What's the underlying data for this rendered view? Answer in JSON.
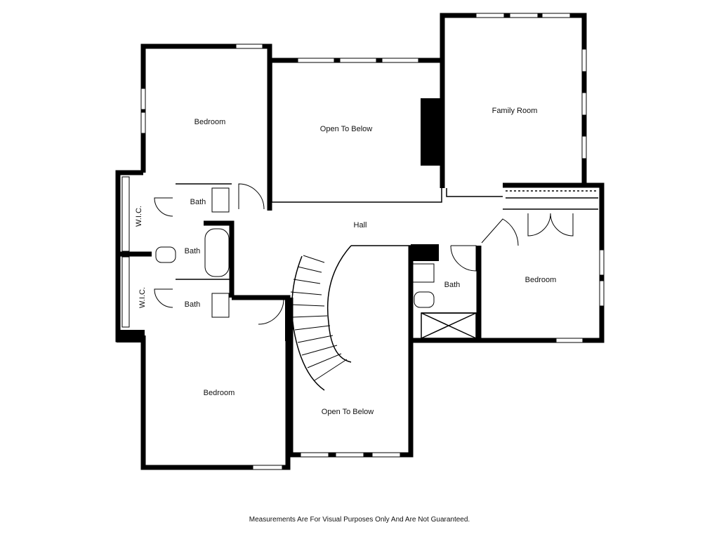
{
  "rooms": {
    "bedroom_nw": "Bedroom",
    "open_to_below_top": "Open To Below",
    "family_room": "Family Room",
    "hall": "Hall",
    "wic_top": "W.I.C.",
    "wic_bottom": "W.I.C.",
    "bath_top": "Bath",
    "bath_middle": "Bath",
    "bath_lower": "Bath",
    "bath_east": "Bath",
    "bedroom_east": "Bedroom",
    "bedroom_sw": "Bedroom",
    "open_to_below_bottom": "Open To Below"
  },
  "footer": {
    "disclaimer": "Measurements Are For Visual Purposes Only And Are Not Guaranteed."
  },
  "colors": {
    "wall": "#000000",
    "window": "#ffffff",
    "background": "#ffffff"
  }
}
